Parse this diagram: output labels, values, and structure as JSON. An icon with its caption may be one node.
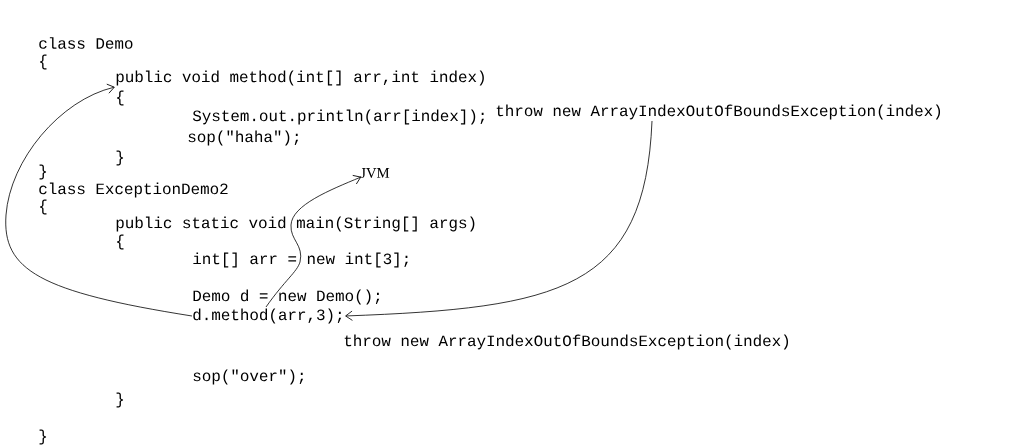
{
  "diagram": {
    "nodes": [
      {
        "text": [
          "public void method(int[] arr,int index)"
        ]
      },
      {
        "text": [
          "throw new ArrayIndexOutOfBoundsException(index)"
        ]
      },
      {
        "text": [
          "JVM"
        ]
      },
      {
        "text": [
          "d.method(arr,3);"
        ]
      }
    ],
    "edges": [
      {
        "from": 3,
        "to": 0,
        "arrow": "to"
      },
      {
        "from": 3,
        "to": 2,
        "arrow": "to"
      },
      {
        "from": 1,
        "to": 3,
        "arrow": "to"
      }
    ],
    "labels": [
      "class Demo",
      "{",
      "{",
      "System.out.println(arr[index]);",
      "sop(\"haha\");",
      "}",
      "}",
      "class ExceptionDemo2",
      "{",
      "public static void main(String[] args)",
      "{",
      "int[] arr = new int[3];",
      "Demo d = new Demo();",
      "throw new ArrayIndexOutOfBoundsException(index)",
      "sop(\"over\");",
      "}",
      "}"
    ]
  }
}
